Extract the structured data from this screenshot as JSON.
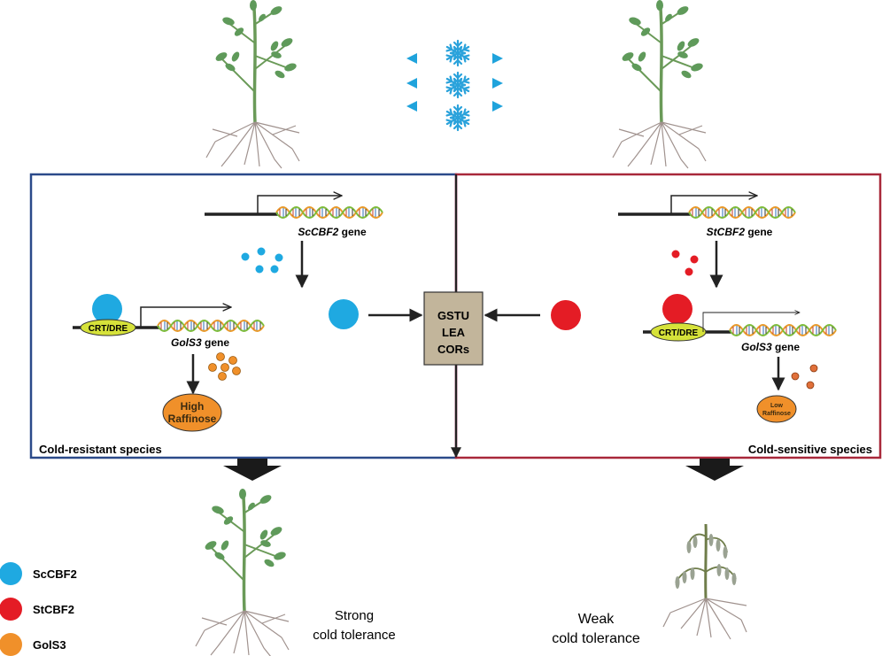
{
  "colors": {
    "left_panel_border": "#2b4a8a",
    "right_panel_border": "#a8283a",
    "scCBF2": "#1fa9e1",
    "stCBF2": "#e41c25",
    "golS3": "#f0902a",
    "crt_dre_fill": "#d6e23a",
    "cor_box_fill": "#c2b59b",
    "plant_leaf_healthy": "#5f9a5a",
    "plant_leaf_wilted": "#9aa292",
    "root": "#9c8f8c",
    "cold_icon": "#2aa2db"
  },
  "top": {
    "cold_stimulus_icon": "snowflake-icon",
    "cold_direction_icons": [
      "arrow-left-icon",
      "arrow-right-icon"
    ]
  },
  "left_panel": {
    "title": "Cold-resistant species",
    "upstream_gene": {
      "name_italic": "ScCBF2",
      "suffix": " gene"
    },
    "promoter_element": "CRT/DRE",
    "target_gene": {
      "name_italic": "GolS3",
      "suffix": " gene"
    },
    "product_line1": "High",
    "product_line2": "Raffinose",
    "outcome_line1": "Strong",
    "outcome_line2": "cold tolerance"
  },
  "right_panel": {
    "title": "Cold-sensitive species",
    "upstream_gene": {
      "name_italic": "StCBF2",
      "suffix": " gene"
    },
    "promoter_element": "CRT/DRE",
    "target_gene": {
      "name_italic": "GolS3",
      "suffix": " gene"
    },
    "product_line1": "Low",
    "product_line2": "Raffinose",
    "outcome_line1": "Weak",
    "outcome_line2": "cold tolerance"
  },
  "center_box": {
    "lines": [
      "GSTU",
      "LEA",
      "CORs"
    ]
  },
  "legend": [
    {
      "label": "ScCBF2",
      "color_key": "scCBF2"
    },
    {
      "label": "StCBF2",
      "color_key": "stCBF2"
    },
    {
      "label": "GolS3",
      "color_key": "golS3"
    }
  ]
}
